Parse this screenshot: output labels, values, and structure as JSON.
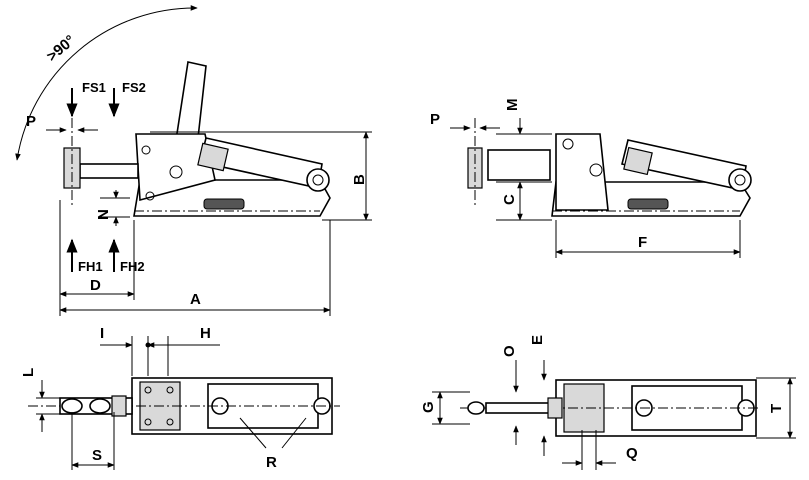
{
  "labels": {
    "angle": ">90°",
    "fs1": "FS1",
    "fs2": "FS2",
    "fh1": "FH1",
    "fh2": "FH2",
    "p": "P",
    "n": "N",
    "d": "D",
    "a": "A",
    "b": "B",
    "m": "M",
    "c": "C",
    "f": "F",
    "i": "I",
    "h": "H",
    "l": "L",
    "s": "S",
    "r": "R",
    "o": "O",
    "e": "E",
    "g": "G",
    "q": "Q",
    "t": "T"
  }
}
